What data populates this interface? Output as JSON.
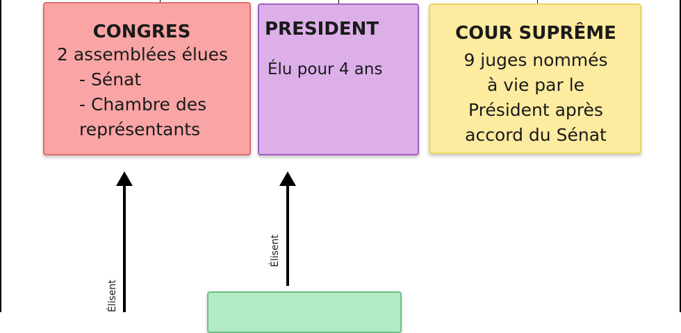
{
  "boxes": {
    "congres": {
      "title": "CONGRES",
      "lines": [
        "2 assemblées élues",
        "- Sénat",
        "- Chambre des",
        "représentants"
      ]
    },
    "president": {
      "title": "PRESIDENT",
      "lines": [
        "Élu pour 4 ans"
      ]
    },
    "cour": {
      "title": "COUR SUPRÊME",
      "lines": [
        "9 juges nommés",
        "à vie par le",
        "Président après",
        "accord du Sénat"
      ]
    },
    "citoyens": {
      "title": ""
    }
  },
  "arrows": {
    "left_label": "Élisent",
    "right_label": "Élisent"
  },
  "colors": {
    "congres_fill": "#f9a5a5",
    "president_fill": "#dcafe9",
    "cour_fill": "#fdeba0",
    "citoyens_fill": "#b2ebc4"
  }
}
